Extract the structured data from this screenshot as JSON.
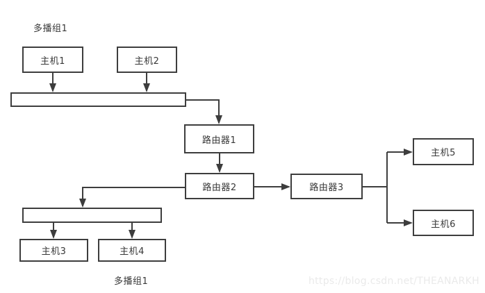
{
  "diagram": {
    "group_label_top": "多播组1",
    "group_label_bottom": "多播组1",
    "watermark": "https://blog.csdn.net/THEANARKH",
    "nodes": {
      "host1": "主机1",
      "host2": "主机2",
      "host3": "主机3",
      "host4": "主机4",
      "host5": "主机5",
      "host6": "主机6",
      "router1": "路由器1",
      "router2": "路由器2",
      "router3": "路由器3"
    },
    "colors": {
      "line": "#3d3d3d",
      "text": "#383838",
      "watermark": "#eaeaea",
      "background": "#ffffff"
    }
  }
}
